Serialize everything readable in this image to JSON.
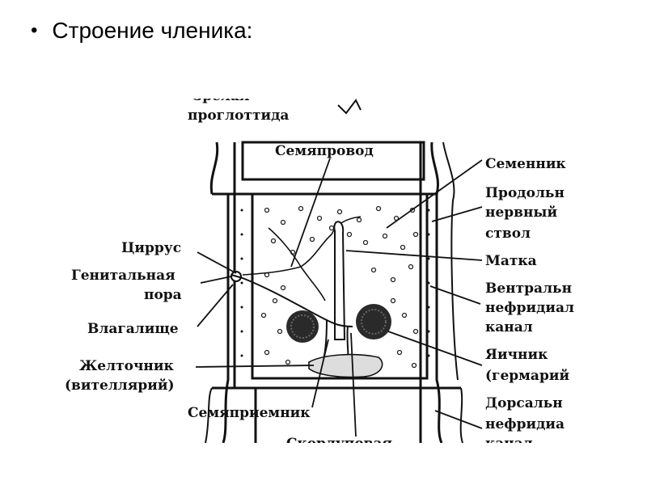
{
  "slide": {
    "bullet": "•",
    "title": "Строение членика:"
  },
  "labels": {
    "top_partial": "Зрелая",
    "top": "проглоттида",
    "semyaprovod": "Семяпровод",
    "semennik": "Семенник",
    "prodol_1": "Продольн",
    "prodol_2": "нервный",
    "prodol_3": "ствол",
    "cirrus": "Циррус",
    "genital_1": "Генитальная",
    "genital_2": "пора",
    "matka": "Матка",
    "ventral_1": "Вентральн",
    "ventral_2": "нефридиал",
    "ventral_3": "канал",
    "vlagalishche": "Влагалище",
    "zheltochnik_1": "Желточник",
    "zheltochnik_2": "(вителлярий)",
    "yaichnik_1": "Яичник",
    "yaichnik_2": "(гермарий",
    "semyapriemnik": "Семяприемник",
    "dorsal_1": "Дорсальн",
    "dorsal_2": "нефридиа",
    "dorsal_3": "канал",
    "skorlupovaya": "Скорлуповая"
  }
}
